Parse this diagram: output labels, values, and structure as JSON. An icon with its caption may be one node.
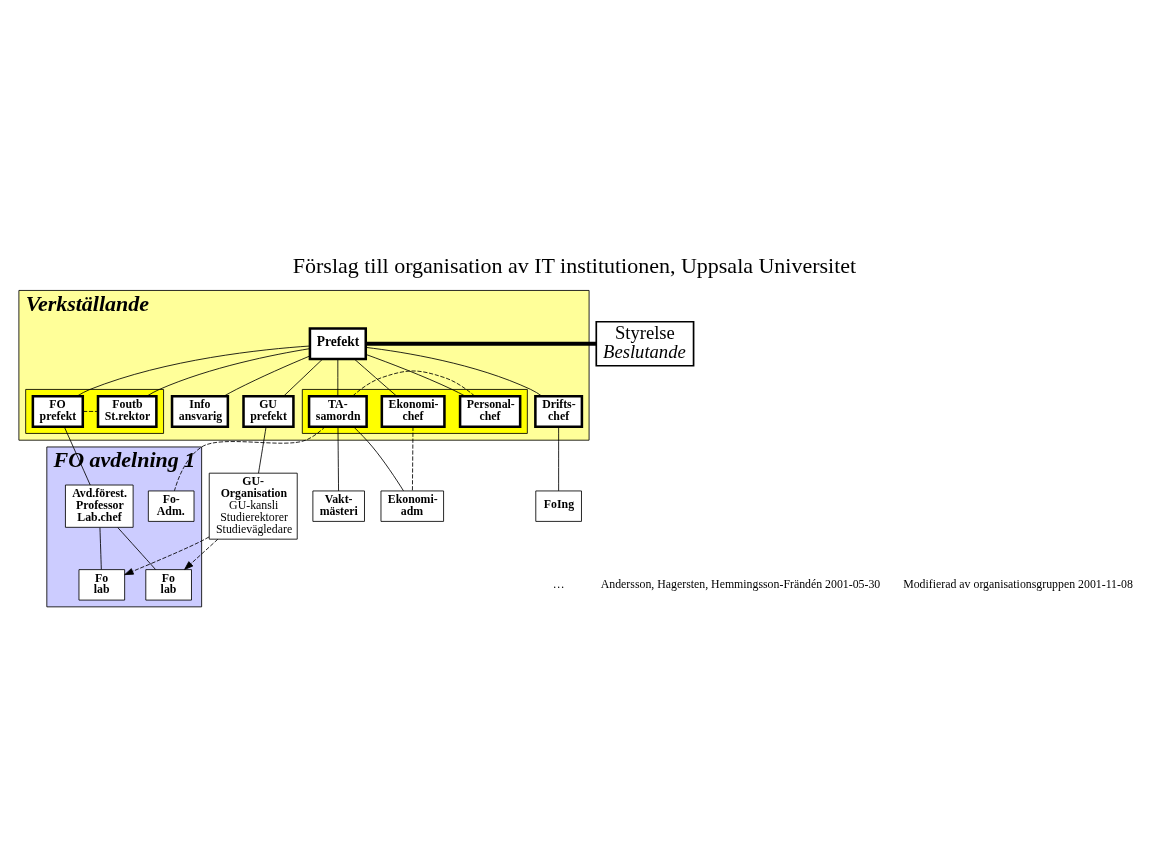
{
  "diagram": {
    "title": "Förslag till organisation av IT institutionen, Uppsala Universitet",
    "nodes": [
      {
        "text": [
          "Verkställande"
        ]
      },
      {
        "text": [
          "Prefekt"
        ],
        "in": 0
      },
      {
        "text": [
          "Styrelse",
          "Beslutande"
        ]
      },
      {
        "text": [],
        "shape": "box",
        "in": 0
      },
      {
        "text": [
          "FO prefekt"
        ],
        "in": 3
      },
      {
        "text": [
          "Foutb St.rektor"
        ],
        "in": 3
      },
      {
        "text": [
          "Info ansvarig"
        ],
        "in": 0
      },
      {
        "text": [
          "GU prefekt"
        ],
        "in": 0
      },
      {
        "text": [],
        "shape": "box",
        "in": 0
      },
      {
        "text": [
          "Personal- chef"
        ],
        "in": 8
      },
      {
        "text": [
          "TA- samordn"
        ],
        "in": 8
      },
      {
        "text": [
          "Ekonomi- chef"
        ],
        "in": 8
      },
      {
        "text": [
          "Drifts- chef"
        ],
        "in": 0
      },
      {
        "text": [
          "FO avdelning 1"
        ]
      },
      {
        "text": [
          "Avd.förest. Professor Lab.chef"
        ],
        "in": 13
      },
      {
        "text": [
          "Fo- Adm."
        ],
        "in": 13
      },
      {
        "text": [
          "Fo lab"
        ],
        "in": 13
      },
      {
        "text": [
          "Fo lab"
        ],
        "in": 13
      },
      {
        "text": [
          "GU- Organisation",
          "GU-kansli Studierektorer Studievägledare"
        ]
      },
      {
        "text": [
          "Vakt- mästeri"
        ]
      },
      {
        "text": [
          "Ekonomi- adm"
        ]
      },
      {
        "text": [
          "FoIng"
        ]
      }
    ],
    "edges": [
      {
        "from": 1,
        "to": 2,
        "arrow": "none",
        "style": "thick"
      },
      {
        "from": 1,
        "to": 4,
        "arrow": "none"
      },
      {
        "from": 1,
        "to": 5,
        "arrow": "none"
      },
      {
        "from": 1,
        "to": 6,
        "arrow": "none"
      },
      {
        "from": 1,
        "to": 7,
        "arrow": "none"
      },
      {
        "from": 1,
        "to": 9,
        "arrow": "none"
      },
      {
        "from": 1,
        "to": 10,
        "arrow": "none"
      },
      {
        "from": 1,
        "to": 11,
        "arrow": "none"
      },
      {
        "from": 1,
        "to": 12,
        "arrow": "none"
      },
      {
        "from": 4,
        "to": 5,
        "arrow": "none",
        "style": "dashed"
      },
      {
        "from": 9,
        "to": 10,
        "arrow": "none",
        "style": "dashed"
      },
      {
        "from": 4,
        "to": 14,
        "arrow": "none"
      },
      {
        "from": 14,
        "to": 16,
        "arrow": "none"
      },
      {
        "from": 14,
        "to": 17,
        "arrow": "none"
      },
      {
        "from": 7,
        "to": 18,
        "arrow": "none"
      },
      {
        "from": 10,
        "to": 15,
        "arrow": "none",
        "style": "dashed"
      },
      {
        "from": 10,
        "to": 19,
        "arrow": "none"
      },
      {
        "from": 10,
        "to": 20,
        "arrow": "none"
      },
      {
        "from": 11,
        "to": 20,
        "arrow": "none",
        "style": "dashed"
      },
      {
        "from": 12,
        "to": 21,
        "arrow": "none"
      },
      {
        "from": 18,
        "to": 16,
        "arrow": "to",
        "style": "dashed"
      },
      {
        "from": 18,
        "to": 17,
        "arrow": "to",
        "style": "dashed"
      }
    ],
    "labels": [
      "…",
      "Andersson, Hagersten, Hemmingsson-Frändén 2001-05-30",
      "Modifierad av organisationsgruppen 2001-11-08"
    ]
  }
}
